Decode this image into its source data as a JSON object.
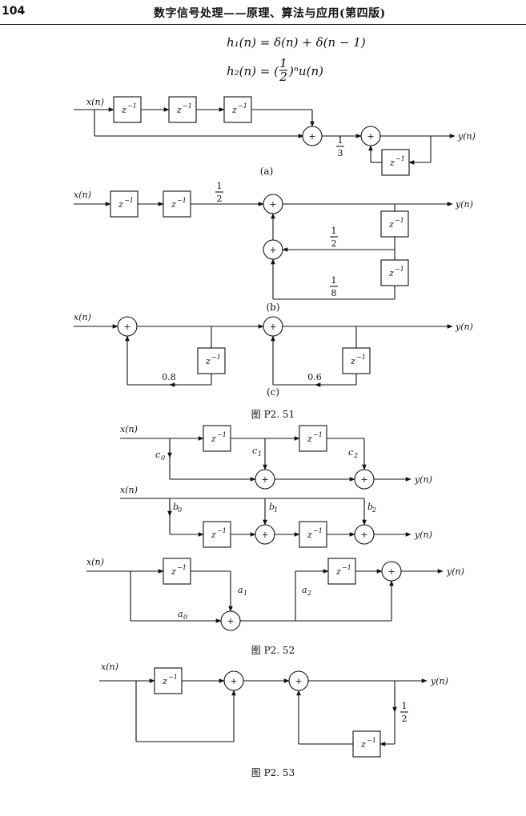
{
  "header": {
    "page_number": "104",
    "running_title": "数字信号处理——原理、算法与应用(第四版)"
  },
  "equations": {
    "h1": "h₁(n) = δ(n) + δ(n − 1)",
    "h2_lhs": "h₂(n) = (",
    "h2_frac_num": "1",
    "h2_frac_den": "2",
    "h2_rhs": ")ⁿu(n)"
  },
  "signals": {
    "input": "x(n)",
    "output": "y(n)",
    "delay": "z",
    "delay_exp": "−1",
    "adder": "+"
  },
  "coefficients": {
    "half_num": "1",
    "half_den": "2",
    "third_num": "1",
    "third_den": "3",
    "eighth_num": "1",
    "eighth_den": "8",
    "p08": "0.8",
    "p06": "0.6",
    "c": "c",
    "b": "b",
    "a": "a",
    "i0": "0",
    "i1": "1",
    "i2": "2"
  },
  "captions": {
    "sub_a": "(a)",
    "sub_b": "(b)",
    "sub_c": "(c)",
    "fig51": "图 P2. 51",
    "fig52": "图 P2. 52",
    "fig53": "图 P2. 53"
  }
}
